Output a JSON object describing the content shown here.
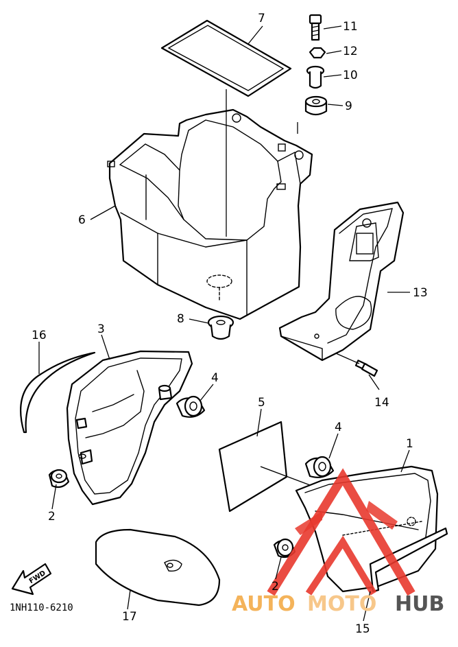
{
  "diagram_code": "1NH110-6210",
  "fwd_label": "FWD",
  "watermark": {
    "part1": "AUTO",
    "part2": "MOTO",
    "part3": "HUB"
  },
  "callouts": [
    {
      "id": "c1",
      "label": "1",
      "part": "side cover (right)"
    },
    {
      "id": "c2a",
      "label": "2",
      "part": "damper"
    },
    {
      "id": "c2b",
      "label": "2",
      "part": "damper"
    },
    {
      "id": "c3",
      "label": "3",
      "part": "side cover (left)"
    },
    {
      "id": "c4a",
      "label": "4",
      "part": "damper"
    },
    {
      "id": "c4b",
      "label": "4",
      "part": "damper"
    },
    {
      "id": "c5",
      "label": "5",
      "part": "emblem"
    },
    {
      "id": "c6",
      "label": "6",
      "part": "battery box"
    },
    {
      "id": "c7",
      "label": "7",
      "part": "rubber sheet"
    },
    {
      "id": "c8",
      "label": "8",
      "part": "grommet"
    },
    {
      "id": "c9",
      "label": "9",
      "part": "damper"
    },
    {
      "id": "c10",
      "label": "10",
      "part": "collar"
    },
    {
      "id": "c11",
      "label": "11",
      "part": "bolt"
    },
    {
      "id": "c12",
      "label": "12",
      "part": "nut"
    },
    {
      "id": "c13",
      "label": "13",
      "part": "bracket"
    },
    {
      "id": "c14",
      "label": "14",
      "part": "bolt"
    },
    {
      "id": "c15",
      "label": "15",
      "part": "stripe"
    },
    {
      "id": "c16",
      "label": "16",
      "part": "stripe"
    },
    {
      "id": "c17",
      "label": "17",
      "part": "cover"
    }
  ]
}
